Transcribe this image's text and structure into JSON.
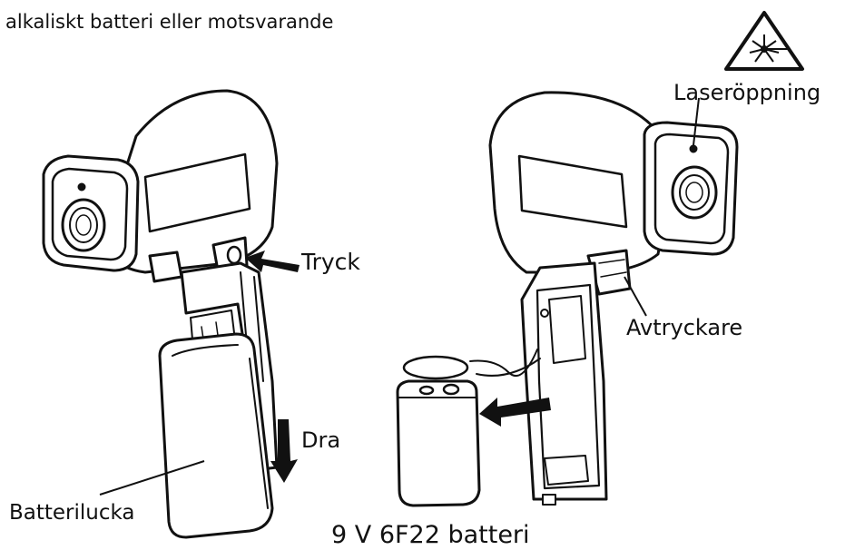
{
  "header": {
    "text": "alkaliskt batteri eller motsvarande"
  },
  "labels": {
    "laser_opening": "Laseröppning",
    "push": "Tryck",
    "trigger": "Avtryckare",
    "pull": "Dra",
    "battery_cover": "Batterilucka",
    "battery_type": "9 V 6F22 batteri"
  },
  "icons": {
    "laser_warning": "laser-warning-icon",
    "push_arrow": "arrow-left-icon",
    "pull_arrow": "arrow-down-icon",
    "insert_arrow": "arrow-left-icon"
  },
  "colors": {
    "line": "#111111",
    "background": "#ffffff"
  }
}
